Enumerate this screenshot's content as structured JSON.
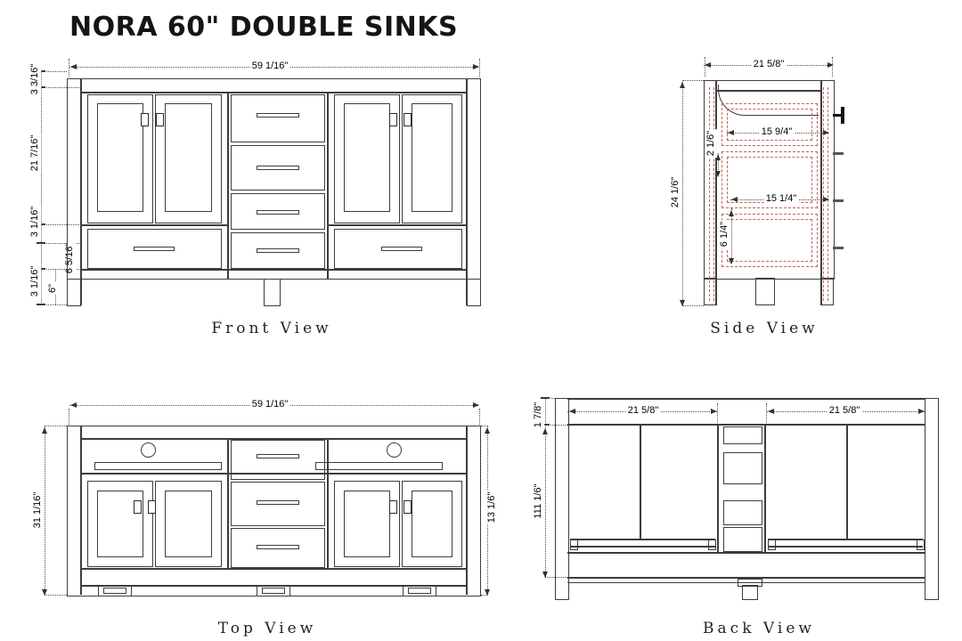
{
  "title": "NORA 60\" DOUBLE SINKS",
  "front": {
    "caption": "Front View",
    "dim_width": "59 1/16\"",
    "dim_top_rail": "3 3/16\"",
    "dim_door_height": "21 7/16\"",
    "dim_mid_rail": "3 1/16\"",
    "dim_drawer_height": "6 5/16\"",
    "dim_bottom_rail": "3 1/16\"",
    "dim_leg_height": "6\""
  },
  "side": {
    "caption": "Side View",
    "dim_depth": "21 5/8\"",
    "dim_height": "24 1/6\"",
    "dim_top_inset": "2 1/6\"",
    "dim_upper_width": "15 9/4\"",
    "dim_lower_width": "15 1/4\"",
    "dim_lower_height": "6 1/4\""
  },
  "top": {
    "caption": "Top View",
    "dim_width": "59 1/16\"",
    "dim_depth_left": "31 1/16\"",
    "dim_depth_right": "13 1/6\""
  },
  "back": {
    "caption": "Back View",
    "dim_left_opening": "21 5/8\"",
    "dim_right_opening": "21 5/8\"",
    "dim_top_rail": "1 7/8\"",
    "dim_side_height": "111 1/6\""
  },
  "colors": {
    "line": "#3d3d3d",
    "hidden_line": "#c2655b",
    "text": "#000000"
  }
}
